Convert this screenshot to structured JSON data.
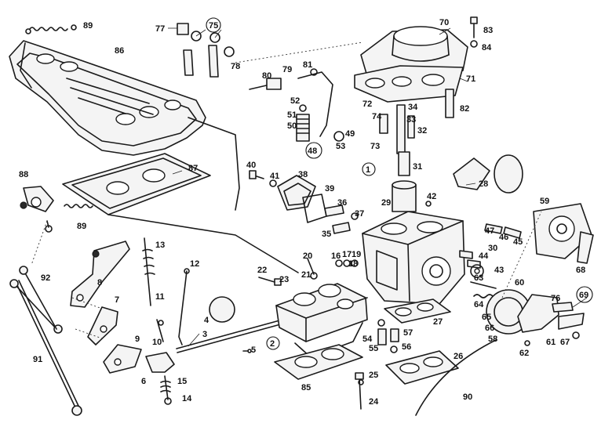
{
  "diagram": {
    "parts": [
      "1",
      "2",
      "3",
      "4",
      "5",
      "6",
      "7",
      "8",
      "9",
      "10",
      "11",
      "12",
      "13",
      "14",
      "15",
      "16",
      "17",
      "18",
      "19",
      "20",
      "21",
      "22",
      "23",
      "24",
      "25",
      "26",
      "27",
      "28",
      "29",
      "30",
      "31",
      "32",
      "33",
      "34",
      "35",
      "36",
      "37",
      "38",
      "39",
      "40",
      "41",
      "42",
      "43",
      "44",
      "45",
      "46",
      "47",
      "48",
      "49",
      "50",
      "51",
      "52",
      "53",
      "54",
      "55",
      "56",
      "57",
      "58",
      "59",
      "60",
      "61",
      "62",
      "63",
      "64",
      "65",
      "66",
      "67",
      "68",
      "69",
      "70",
      "71",
      "72",
      "73",
      "74",
      "75",
      "76",
      "77",
      "78",
      "79",
      "80",
      "81",
      "82",
      "83",
      "84",
      "85",
      "86",
      "87",
      "88",
      "89",
      "89b",
      "90",
      "91",
      "92"
    ],
    "labels": {
      "1": "1",
      "2": "2",
      "3": "3",
      "4": "4",
      "5": "5",
      "6": "6",
      "7": "7",
      "8": "8",
      "9": "9",
      "10": "10",
      "11": "11",
      "12": "12",
      "13": "13",
      "14": "14",
      "15": "15",
      "16": "16",
      "17": "17",
      "18": "18",
      "19": "19",
      "20": "20",
      "21": "21",
      "22": "22",
      "23": "23",
      "24": "24",
      "25": "25",
      "26": "26",
      "27": "27",
      "28": "28",
      "29": "29",
      "30": "30",
      "31": "31",
      "32": "32",
      "33": "33",
      "34": "34",
      "35": "35",
      "36": "36",
      "37": "37",
      "38": "38",
      "39": "39",
      "40": "40",
      "41": "41",
      "42": "42",
      "43": "43",
      "44": "44",
      "45": "45",
      "46": "46",
      "47": "47",
      "48": "48",
      "49": "49",
      "50": "50",
      "51": "51",
      "52": "52",
      "53": "53",
      "54": "54",
      "55": "55",
      "56": "56",
      "57": "57",
      "58": "58",
      "59": "59",
      "60": "60",
      "61": "61",
      "62": "62",
      "63": "63",
      "64": "64",
      "65": "65",
      "66": "66",
      "67": "67",
      "68": "68",
      "69": "69",
      "70": "70",
      "71": "71",
      "72": "72",
      "73": "73",
      "74": "74",
      "75": "75",
      "76": "76",
      "77": "77",
      "78": "78",
      "79": "79",
      "80": "80",
      "81": "81",
      "82": "82",
      "83": "83",
      "84": "84",
      "85": "85",
      "86": "86",
      "87": "87",
      "88": "88",
      "89": "89",
      "89b": "89",
      "90": "90",
      "91": "91",
      "92": "92"
    },
    "circled": [
      "1",
      "2",
      "48",
      "69",
      "75"
    ],
    "colors": {
      "ink": "#1a1a1a",
      "paper": "#ffffff",
      "shade": "#f4f4f4"
    }
  }
}
